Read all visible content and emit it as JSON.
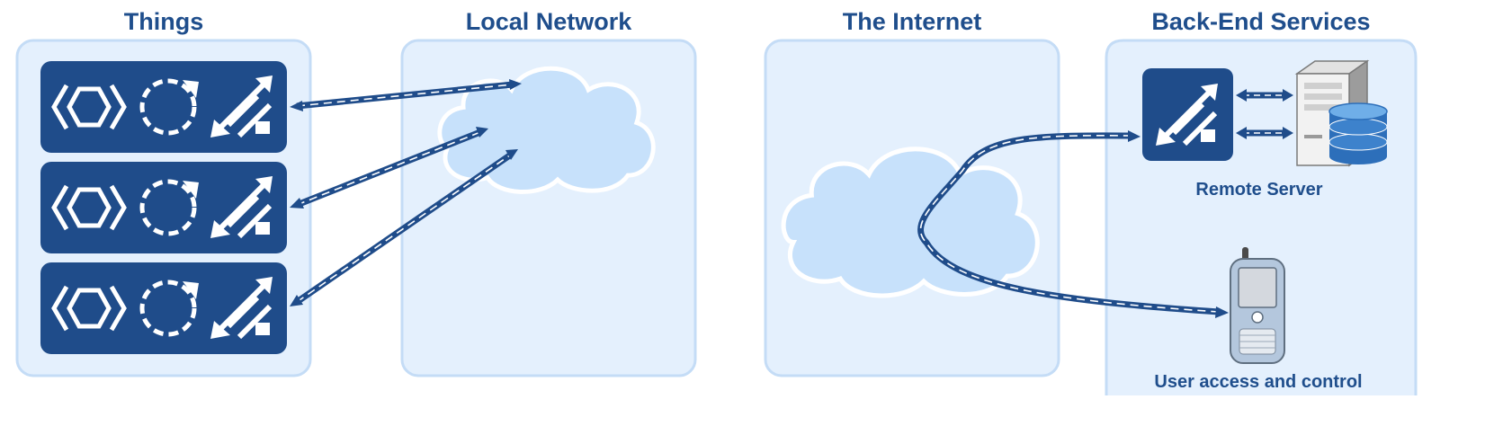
{
  "columns": {
    "things": {
      "title": "Things"
    },
    "local_network": {
      "title": "Local Network"
    },
    "internet": {
      "title": "The Internet"
    },
    "backend": {
      "title": "Back-End Services"
    }
  },
  "backend": {
    "remote_server_label": "Remote Server",
    "user_access_label": "User access and control"
  },
  "device_icons": [
    "hexagon-icon",
    "sync-icon",
    "two-way-arrows-icon"
  ],
  "colors": {
    "heading": "#1f4e8c",
    "device_tile": "#1f4c8a",
    "panel_fill": "#e4f0fd",
    "panel_border": "#c4dcf6",
    "cloud": "#c7e1fb",
    "connector": "#1f4c8a"
  }
}
